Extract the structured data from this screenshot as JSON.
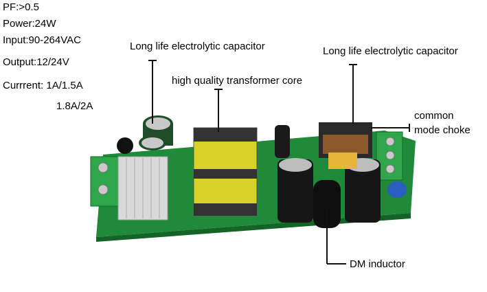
{
  "specs": {
    "pf": "PF:>0.5",
    "power": "Power:24W",
    "input": "Input:90-264VAC",
    "output": "Output:12/24V",
    "current_1": "Currrent:  1A/1.5A",
    "current_2": "1.8A/2A"
  },
  "callouts": {
    "cap_left": "Long life electrolytic capacitor",
    "transformer": "high quality transformer core",
    "cap_right": "Long life electrolytic capacitor",
    "choke_1": "common",
    "choke_2": "mode choke",
    "dm_inductor": "DM inductor"
  },
  "colors": {
    "pcb": "#1f8a3a",
    "terminal": "#2fa64a",
    "transformer": "#d9d22a"
  }
}
